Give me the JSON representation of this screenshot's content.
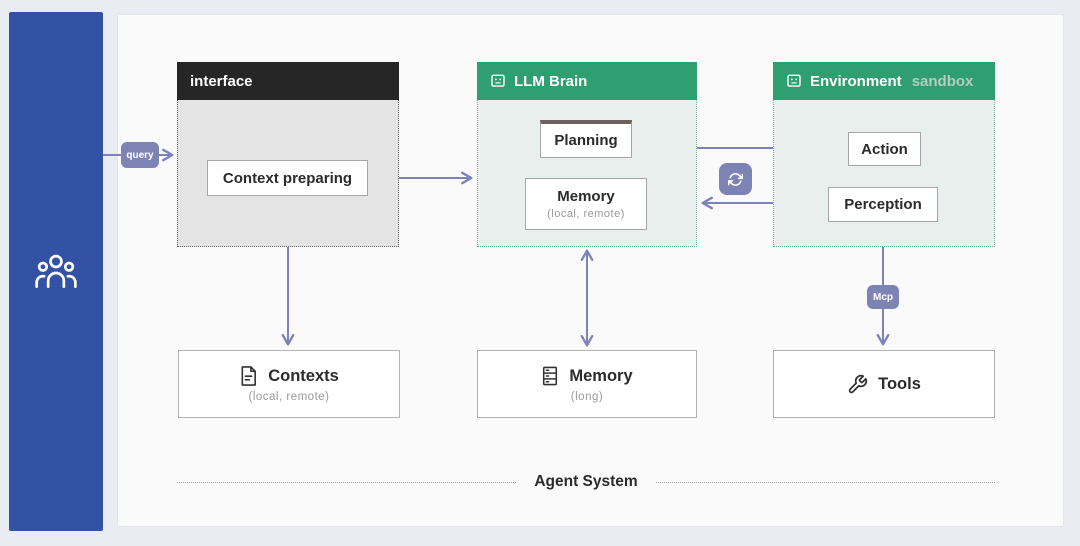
{
  "sidebar": {
    "icon": "team-icon"
  },
  "groups": {
    "interface": {
      "title": "interface",
      "context_preparing": "Context preparing"
    },
    "llm_brain": {
      "title": "LLM Brain",
      "planning": "Planning",
      "memory": "Memory",
      "memory_subtitle": "(local, remote)"
    },
    "environment": {
      "title": "Environment",
      "title_suffix": "sandbox",
      "action": "Action",
      "perception": "Perception"
    }
  },
  "badges": {
    "query": "query",
    "mcp": "Mcp",
    "sync_icon": "sync-icon"
  },
  "stores": {
    "contexts": {
      "label": "Contexts",
      "subtitle": "(local, remote)",
      "icon": "document-icon"
    },
    "memory_long": {
      "label": "Memory",
      "subtitle": "(long)",
      "icon": "database-icon"
    },
    "tools": {
      "label": "Tools",
      "icon": "wrench-icon"
    }
  },
  "footer": {
    "label": "Agent System"
  },
  "colors": {
    "page_bg": "#e9edf3",
    "sidebar_bg": "#3452a4",
    "panel_bg": "#fafafa",
    "interface_header_bg": "#262626",
    "green_header_bg": "#2f9e70",
    "green_body_bg": "#e9efec",
    "gray_body_bg": "#e4e4e4",
    "arrow": "#7b83b8",
    "badge_bg": "#7d84b5"
  }
}
